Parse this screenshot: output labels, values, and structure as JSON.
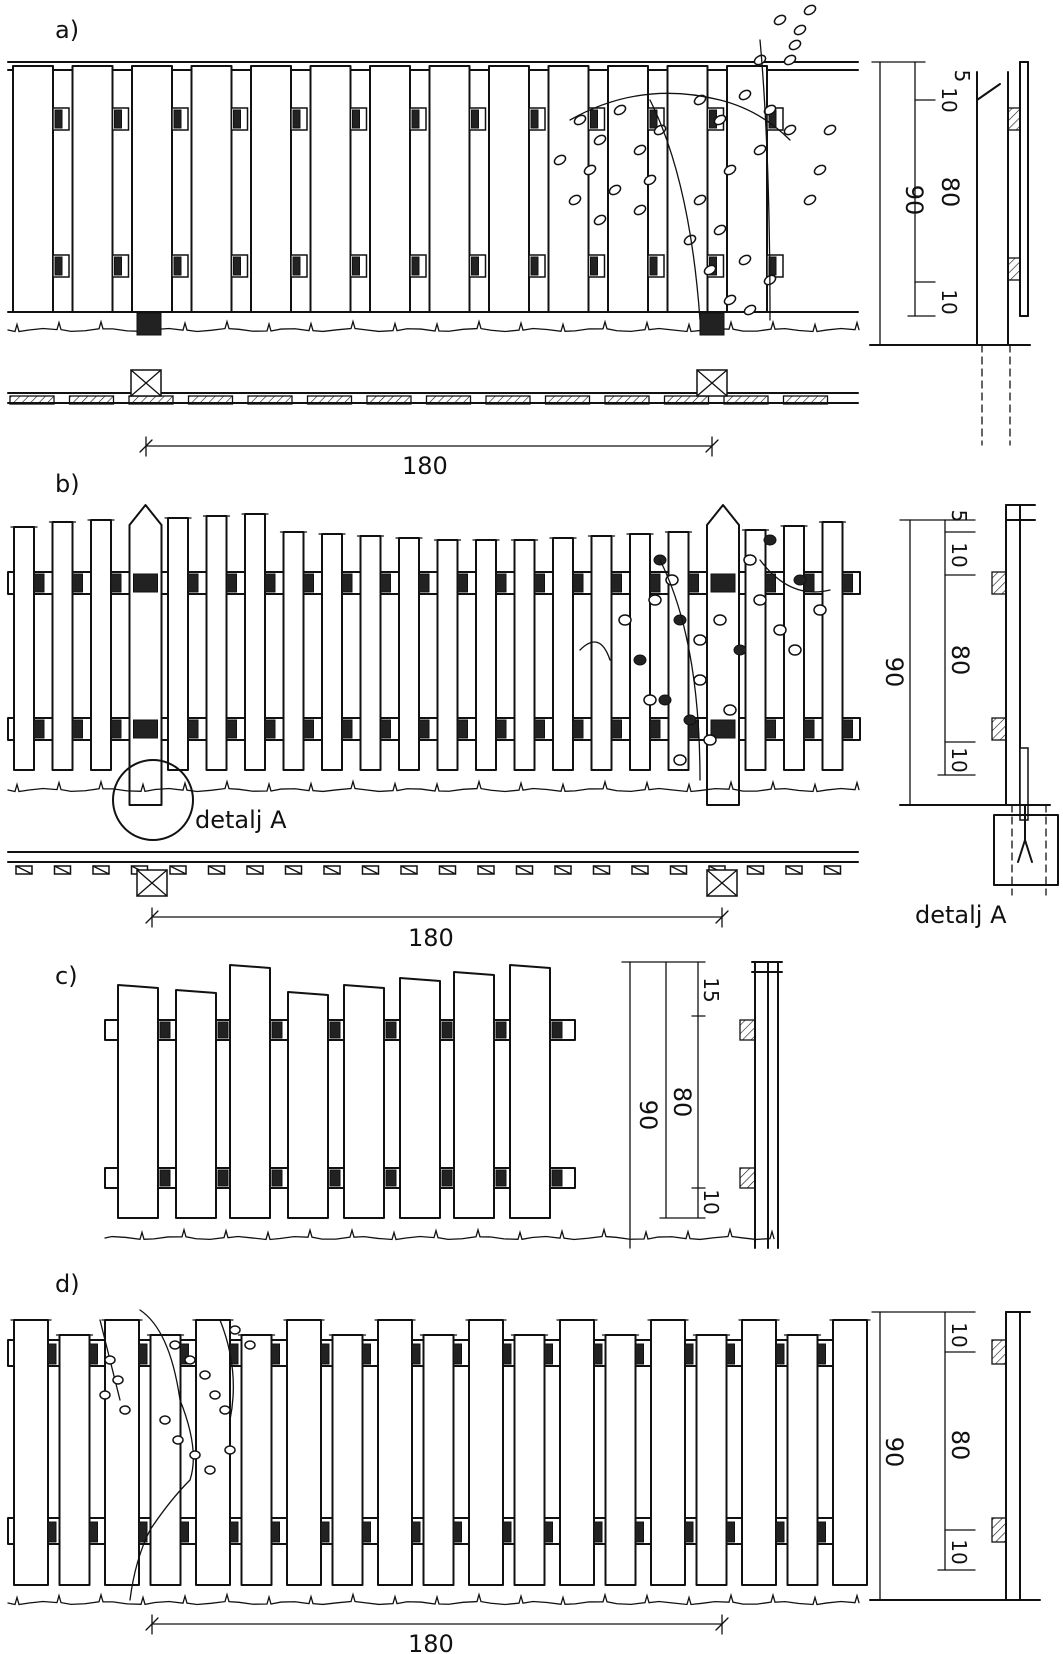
{
  "panels": [
    {
      "id": "a",
      "label": "a)",
      "span": "180",
      "dims": {
        "total": "90",
        "inner": "80",
        "top": "10",
        "bottom": "10",
        "offset": "5"
      }
    },
    {
      "id": "b",
      "label": "b)",
      "span": "180",
      "detail_label": "detalj A",
      "detail_caption": "detalj  A",
      "dims": {
        "total": "90",
        "inner": "80",
        "top": "10",
        "bottom": "10",
        "offset": "5"
      }
    },
    {
      "id": "c",
      "label": "c)",
      "dims": {
        "total": "90",
        "inner": "80",
        "top": "15",
        "bottom": "10"
      }
    },
    {
      "id": "d",
      "label": "d)",
      "span": "180",
      "dims": {
        "total": "90",
        "inner": "80",
        "top": "10",
        "bottom": "10"
      }
    }
  ],
  "colors": {
    "ink": "#111111",
    "paper": "#ffffff",
    "fill_dark": "#222222"
  }
}
